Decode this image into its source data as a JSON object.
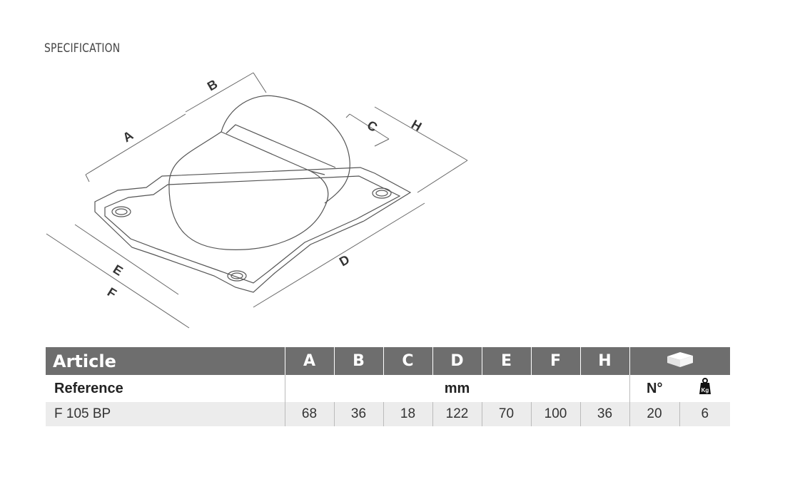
{
  "section_title": "SPECIFICATION",
  "drawing": {
    "labels": {
      "A": "A",
      "B": "B",
      "C": "C",
      "D": "D",
      "E": "E",
      "F": "F",
      "H": "H"
    }
  },
  "table": {
    "header": {
      "article": "Article",
      "columns": [
        "A",
        "B",
        "C",
        "D",
        "E",
        "F",
        "H"
      ],
      "box_icon": "box-icon"
    },
    "subheader": {
      "reference": "Reference",
      "unit": "mm",
      "count_label": "N°",
      "weight_icon": "weight-kg-icon",
      "weight_icon_text": "Kg"
    },
    "rows": [
      {
        "reference": "F 105 BP",
        "values": [
          "68",
          "36",
          "18",
          "122",
          "70",
          "100",
          "36"
        ],
        "count": "20",
        "weight": "6"
      }
    ]
  }
}
